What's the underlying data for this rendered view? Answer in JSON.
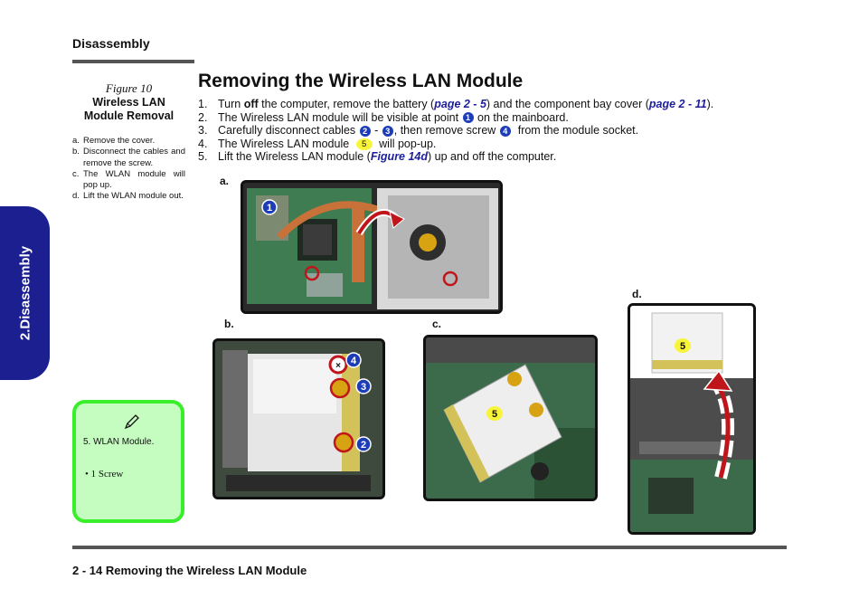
{
  "header": {
    "section": "Disassembly"
  },
  "side_tab": {
    "label": "2.Disassembly"
  },
  "figure": {
    "number": "Figure 10",
    "title": "Wireless LAN Module Removal",
    "steps": [
      {
        "letter": "a.",
        "text": "Remove the cover."
      },
      {
        "letter": "b.",
        "text": "Disconnect the cables and remove the screw."
      },
      {
        "letter": "c.",
        "text": "The WLAN module will pop up."
      },
      {
        "letter": "d.",
        "text": "Lift the WLAN module out."
      }
    ]
  },
  "note": {
    "line1": "5.   WLAN Module.",
    "line2": "•    1 Screw"
  },
  "main": {
    "title": "Removing the Wireless LAN Module",
    "steps": {
      "s1": {
        "n": "1.",
        "a": "Turn ",
        "b": "off",
        "c": " the computer, remove the battery (",
        "link1": "page 2 - 5",
        "d": ") and the component bay cover (",
        "link2": "page 2 - 11",
        "e": ")."
      },
      "s2": {
        "n": "2.",
        "a": "The Wireless LAN module will be visible at point ",
        "c1": "1",
        "b": " on the mainboard."
      },
      "s3": {
        "n": "3.",
        "a": "Carefully disconnect cables ",
        "c2": "2",
        "b": " - ",
        "c3": "3",
        "c": ", then remove screw ",
        "c4": "4",
        "d": " from the module socket."
      },
      "s4": {
        "n": "4.",
        "a": "The Wireless LAN module ",
        "c5": "5",
        "b": " will pop-up."
      },
      "s5": {
        "n": "5.",
        "a": "Lift the Wireless LAN module (",
        "link": "Figure 14d",
        "b": ") up and off the computer."
      }
    }
  },
  "photos": {
    "a": {
      "label": "a.",
      "callout1": "1"
    },
    "b": {
      "label": "b.",
      "callout4": "4",
      "callout3": "3",
      "callout2": "2"
    },
    "c": {
      "label": "c.",
      "callout5": "5"
    },
    "d": {
      "label": "d.",
      "callout5": "5"
    }
  },
  "footer": {
    "text": "2  -  14  Removing the Wireless LAN Module"
  },
  "colors": {
    "link": "#1c1e9a",
    "tab": "#1b1f8f",
    "note_bg": "#c5fcc0",
    "note_border": "#39ee2a",
    "callout_blue": "#1d3db8",
    "callout_yellow": "#f8f43a"
  }
}
